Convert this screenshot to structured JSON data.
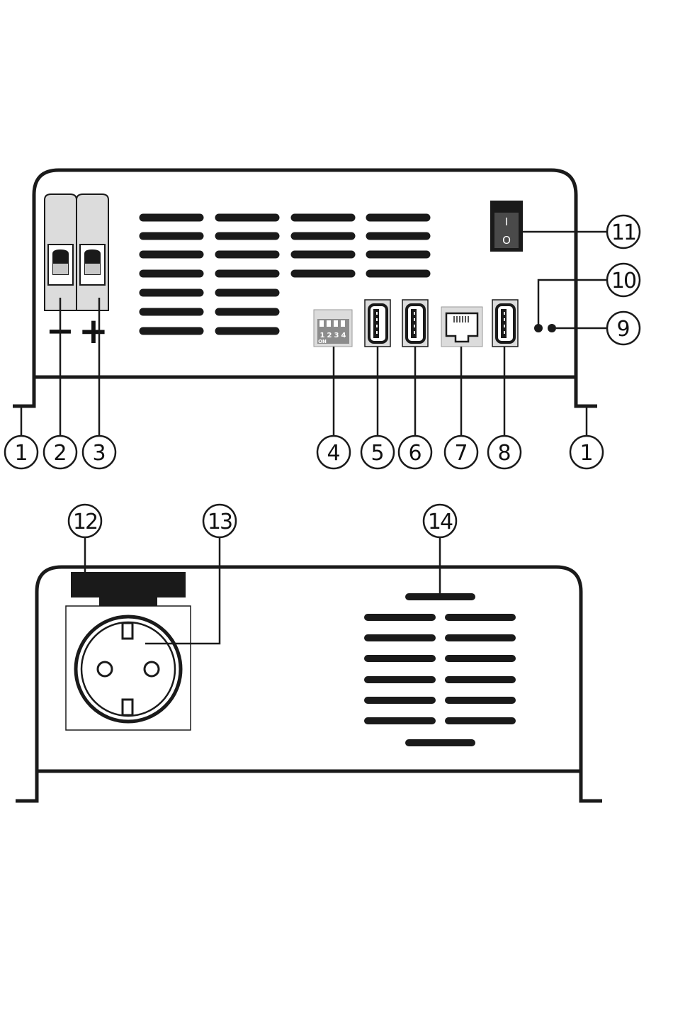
{
  "front_panel": {
    "dip_switch": {
      "numbers": [
        "1",
        "2",
        "3",
        "4"
      ],
      "on_label": "ON"
    },
    "terminals": {
      "negative_symbol": "−",
      "positive_symbol": "+"
    },
    "power_switch": {
      "on_symbol": "I",
      "off_symbol": "O"
    }
  },
  "callouts": {
    "c1_left": "1",
    "c2": "2",
    "c3": "3",
    "c4": "4",
    "c5": "5",
    "c6": "6",
    "c7": "7",
    "c8": "8",
    "c1_right": "1",
    "c9": "9",
    "c10": "10",
    "c11": "11",
    "c12": "12",
    "c13": "13",
    "c14": "14"
  },
  "colors": {
    "line": "#1a1a1a",
    "panel_fill": "#ffffff",
    "part_fill": "#dcdcdc",
    "dip_fill": "#8c8c8c"
  }
}
